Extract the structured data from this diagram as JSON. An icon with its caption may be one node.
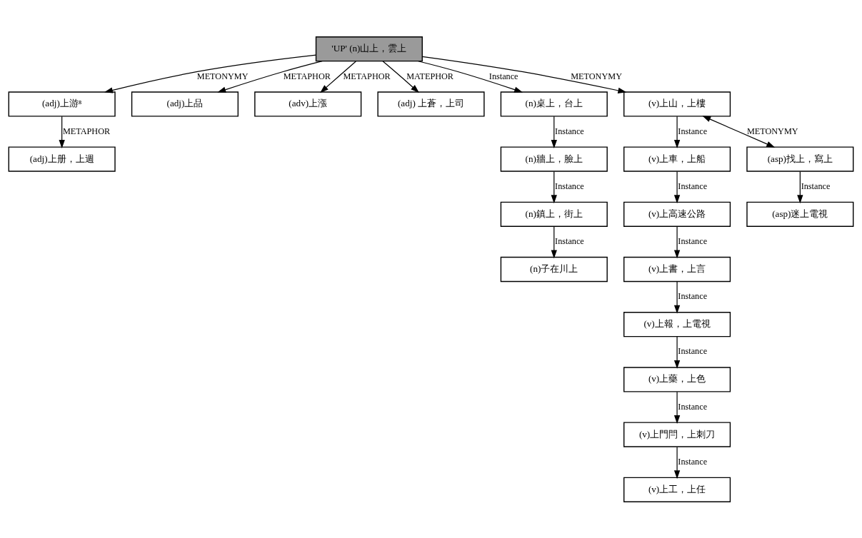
{
  "diagram": {
    "nodes": [
      {
        "text": [
          "'UP' (n)山上，雲上"
        ]
      },
      {
        "text": [
          "(adj)上游⁸"
        ]
      },
      {
        "text": [
          "(adj)上册，上週"
        ]
      },
      {
        "text": [
          "(adj)上品"
        ]
      },
      {
        "text": [
          "(adv)上漲"
        ]
      },
      {
        "text": [
          "(adj) 上蒼，上司"
        ]
      },
      {
        "text": [
          "(n)桌上，台上"
        ]
      },
      {
        "text": [
          "(n)牆上，臉上"
        ]
      },
      {
        "text": [
          "(n)鎮上，街上"
        ]
      },
      {
        "text": [
          "(n)子在川上"
        ]
      },
      {
        "text": [
          "(v)上山，上樓"
        ]
      },
      {
        "text": [
          "(v)上車，上船"
        ]
      },
      {
        "text": [
          "(v)上高速公路"
        ]
      },
      {
        "text": [
          "(v)上書，上言"
        ]
      },
      {
        "text": [
          "(v)上報，上電視"
        ]
      },
      {
        "text": [
          "(v)上藥，上色"
        ]
      },
      {
        "text": [
          "(v)上門閂，上刺刀"
        ]
      },
      {
        "text": [
          "(v)上工，上任"
        ]
      },
      {
        "text": [
          "(asp)找上，寫上"
        ]
      },
      {
        "text": [
          "(asp)迷上電視"
        ]
      }
    ],
    "edges": [
      {
        "from": 0,
        "to": 1,
        "arrow": "to",
        "label": "METONYMY"
      },
      {
        "from": 1,
        "to": 2,
        "arrow": "to",
        "label": "METAPHOR"
      },
      {
        "from": 0,
        "to": 3,
        "arrow": "to",
        "label": "METAPHOR"
      },
      {
        "from": 0,
        "to": 4,
        "arrow": "to",
        "label": "METAPHOR"
      },
      {
        "from": 0,
        "to": 5,
        "arrow": "to",
        "label": "MATEPHOR"
      },
      {
        "from": 0,
        "to": 6,
        "arrow": "to",
        "label": "Instance"
      },
      {
        "from": 6,
        "to": 7,
        "arrow": "to",
        "label": "Instance"
      },
      {
        "from": 7,
        "to": 8,
        "arrow": "to",
        "label": "Instance"
      },
      {
        "from": 8,
        "to": 9,
        "arrow": "to",
        "label": "Instance"
      },
      {
        "from": 0,
        "to": 10,
        "arrow": "to",
        "label": "METONYMY"
      },
      {
        "from": 10,
        "to": 11,
        "arrow": "to",
        "label": "Instance"
      },
      {
        "from": 11,
        "to": 12,
        "arrow": "to",
        "label": "Instance"
      },
      {
        "from": 12,
        "to": 13,
        "arrow": "to",
        "label": "Instance"
      },
      {
        "from": 13,
        "to": 14,
        "arrow": "to",
        "label": "Instance"
      },
      {
        "from": 14,
        "to": 15,
        "arrow": "to",
        "label": "Instance"
      },
      {
        "from": 15,
        "to": 16,
        "arrow": "to",
        "label": "Instance"
      },
      {
        "from": 16,
        "to": 17,
        "arrow": "to",
        "label": "Instance"
      },
      {
        "from": 10,
        "to": 18,
        "arrow": "both",
        "label": "METONYMY"
      },
      {
        "from": 18,
        "to": 19,
        "arrow": "to",
        "label": "Instance"
      }
    ]
  }
}
